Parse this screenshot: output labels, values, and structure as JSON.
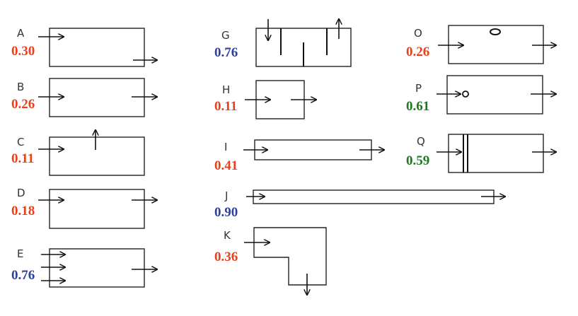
{
  "colors": {
    "red": "#e8401c",
    "blue": "#2f3f9f",
    "green": "#1f7a1f"
  },
  "rooms": [
    {
      "id": "A",
      "letter": "A",
      "value": "0.30",
      "color": "red"
    },
    {
      "id": "B",
      "letter": "B",
      "value": "0.26",
      "color": "red"
    },
    {
      "id": "C",
      "letter": "C",
      "value": "0.11",
      "color": "red"
    },
    {
      "id": "D",
      "letter": "D",
      "value": "0.18",
      "color": "red"
    },
    {
      "id": "E",
      "letter": "E",
      "value": "0.76",
      "color": "blue"
    },
    {
      "id": "G",
      "letter": "G",
      "value": "0.76",
      "color": "blue"
    },
    {
      "id": "H",
      "letter": "H",
      "value": "0.11",
      "color": "red"
    },
    {
      "id": "I",
      "letter": "I",
      "value": "0.41",
      "color": "red"
    },
    {
      "id": "J",
      "letter": "J",
      "value": "0.90",
      "color": "blue"
    },
    {
      "id": "K",
      "letter": "K",
      "value": "0.36",
      "color": "red"
    },
    {
      "id": "O",
      "letter": "O",
      "value": "0.26",
      "color": "red"
    },
    {
      "id": "P",
      "letter": "P",
      "value": "0.61",
      "color": "green"
    },
    {
      "id": "Q",
      "letter": "Q",
      "value": "0.59",
      "color": "green"
    }
  ]
}
